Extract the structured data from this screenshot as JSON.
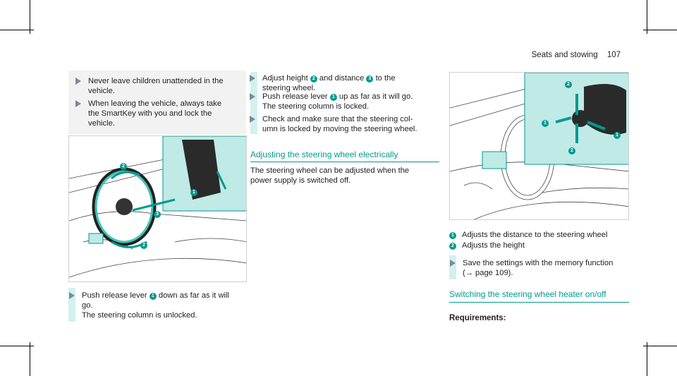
{
  "header": {
    "section": "Seats and stowing",
    "page_number": "107"
  },
  "left_notes": [
    {
      "text": "Never leave children unattended in the\nvehicle."
    },
    {
      "text": "When leaving the vehicle, always take\nthe SmartKey with you and lock the\nvehicle."
    }
  ],
  "left_figure": {
    "labels": [
      "1",
      "2",
      "3",
      "2"
    ]
  },
  "left_step": {
    "before": "Push release lever ",
    "badge": "1",
    "after": " down as far as it will\ngo.\nThe steering column is unlocked."
  },
  "middle_steps": [
    {
      "before": "Adjust height ",
      "badge1": "2",
      "mid": " and distance ",
      "badge2": "3",
      "after": " to the\nsteering wheel."
    },
    {
      "before": "Push release lever ",
      "badge1": "1",
      "after": " up as far as it will go.\nThe steering column is locked."
    },
    {
      "text": "Check and make sure that the steering col-\numn is locked by moving the steering wheel."
    }
  ],
  "section_electric": {
    "title": "Adjusting the steering wheel electrically",
    "body": "The steering wheel can be adjusted when the\npower supply is switched off."
  },
  "right_figure": {
    "labels": [
      "2",
      "1",
      "1",
      "2"
    ]
  },
  "legend": [
    {
      "badge": "1",
      "text": "Adjusts the distance to the steering wheel"
    },
    {
      "badge": "2",
      "text": "Adjusts the height"
    }
  ],
  "right_step": {
    "text": "Save the settings with the memory function\n(→ page 109)."
  },
  "section_heater": {
    "title": "Switching the steering wheel heater on/off",
    "requirements": "Requirements:"
  },
  "colors": {
    "accent": "#009a8e",
    "panel": "#bfeae6",
    "bar": "#d3f1ee",
    "arrow_tri": "#7a8a99"
  }
}
